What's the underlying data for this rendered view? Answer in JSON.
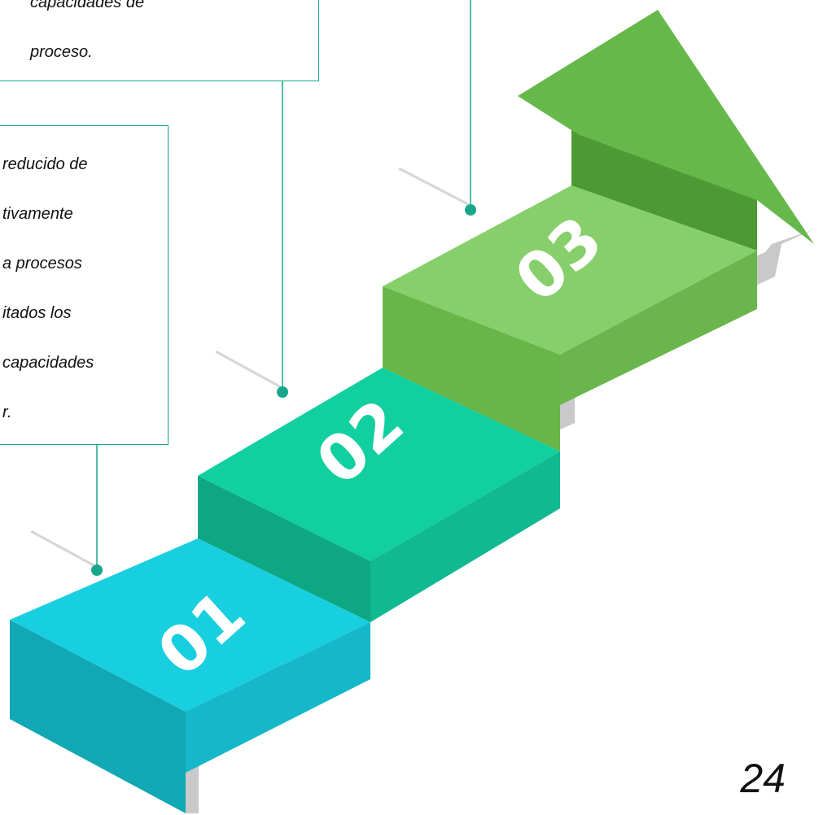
{
  "callouts": {
    "top": {
      "lines": [
        "capacidades de",
        "proceso."
      ]
    },
    "middle": {
      "lines": [
        "reducido de",
        "tivamente",
        "a procesos",
        "itados los",
        "capacidades",
        "r."
      ]
    }
  },
  "steps": [
    {
      "label": "01",
      "color": "#18cfe0"
    },
    {
      "label": "02",
      "color": "#11cf9f"
    },
    {
      "label": "03",
      "color": "#86cf6a"
    }
  ],
  "colors": {
    "arrow": "#66b84a",
    "connector": "#1aa68d",
    "shadow": "#c9c9c9"
  },
  "page_number": "24"
}
